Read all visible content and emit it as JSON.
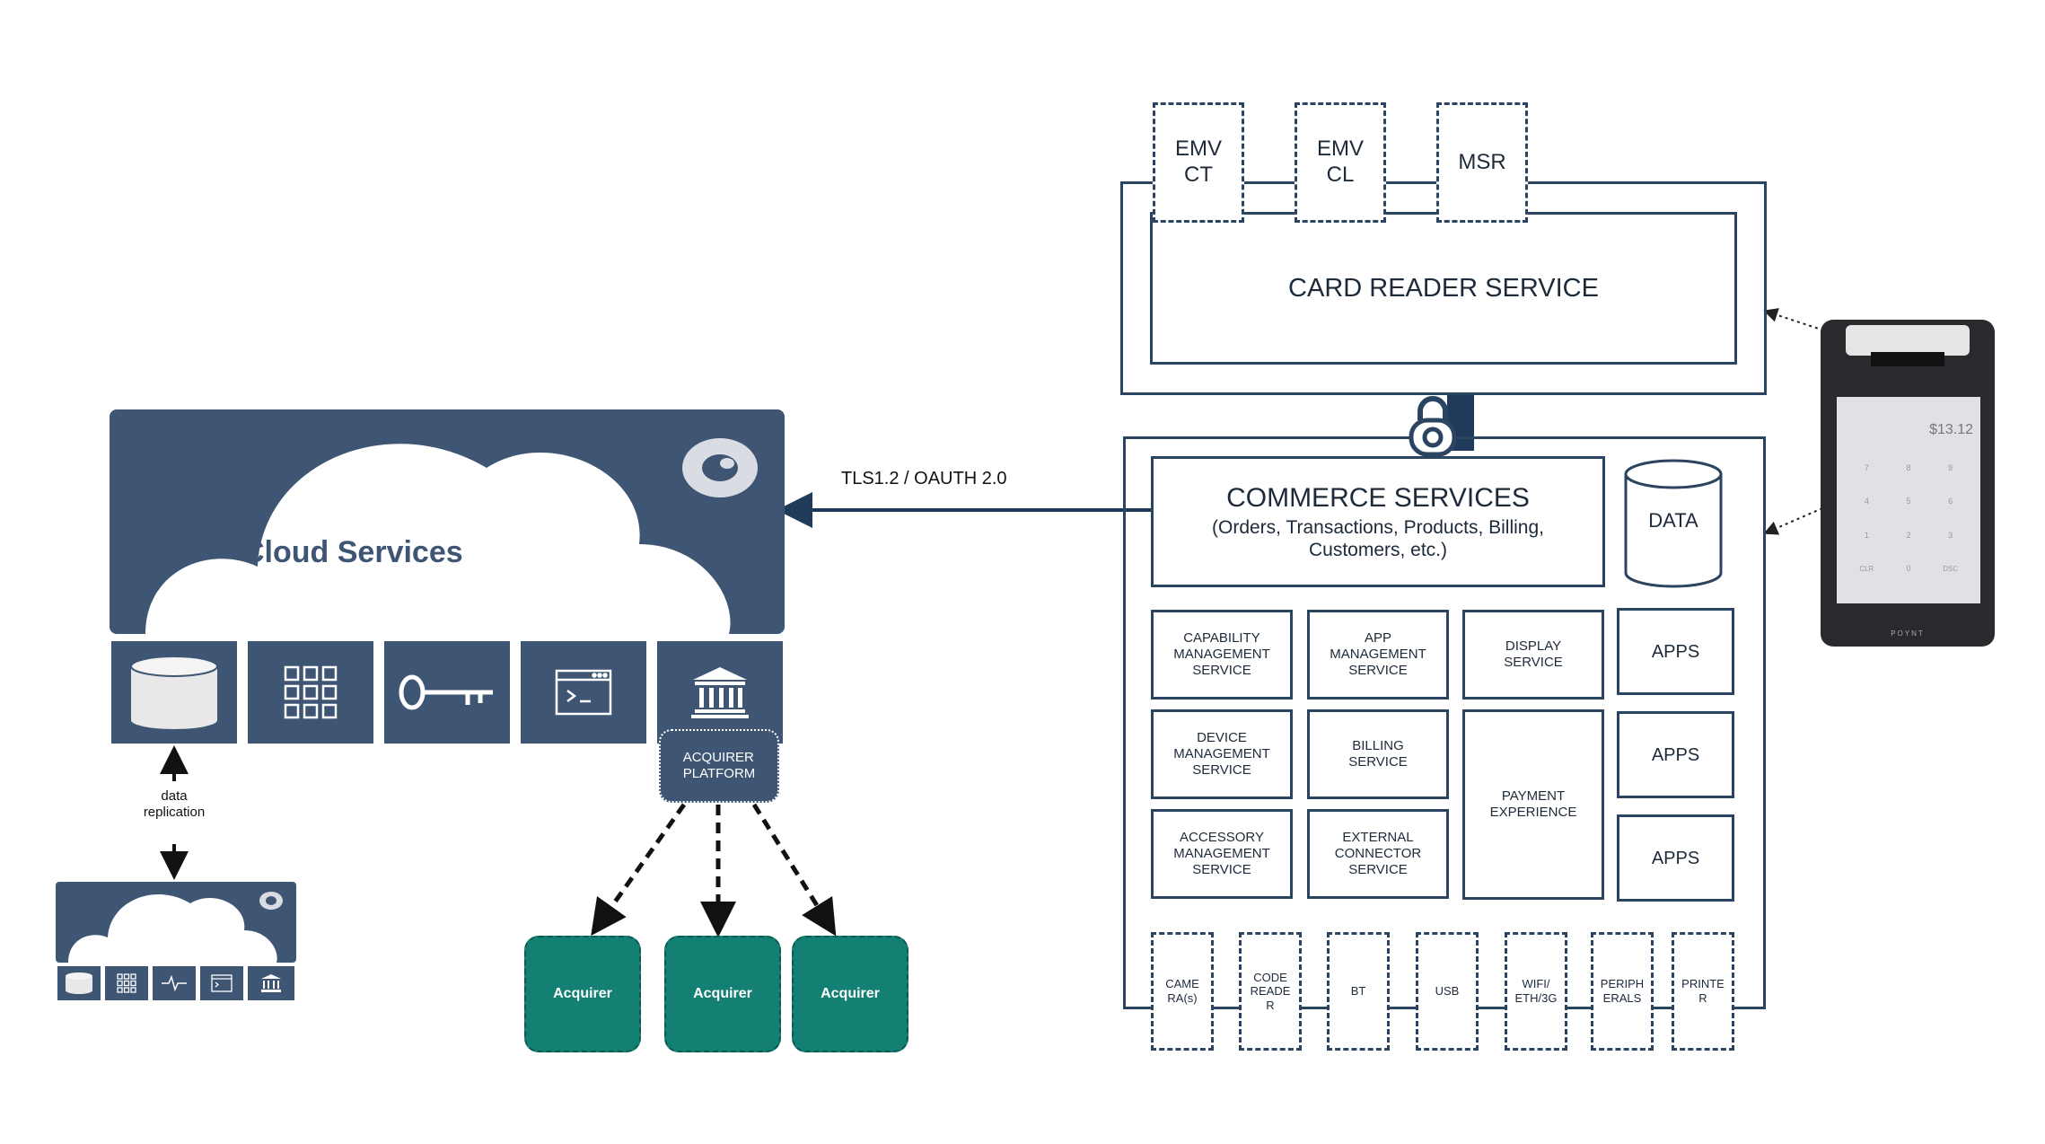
{
  "cloud": {
    "title": "Cloud Services",
    "tiles": [
      "database-icon",
      "grid-icon",
      "key-icon",
      "terminal-icon",
      "bank-icon"
    ],
    "acquirer_platform": "ACQUIRER\nPLATFORM"
  },
  "replication": {
    "label": "data\nreplication"
  },
  "acquirers": [
    "Acquirer",
    "Acquirer",
    "Acquirer"
  ],
  "link": {
    "label": "TLS1.2 / OAUTH 2.0"
  },
  "card_reader": {
    "title": "CARD READER SERVICE",
    "slots": [
      "EMV\nCT",
      "EMV\nCL",
      "MSR"
    ]
  },
  "commerce": {
    "title": "COMMERCE SERVICES",
    "subtitle": "(Orders, Transactions, Products, Billing,\nCustomers, etc.)",
    "data_label": "DATA",
    "services": {
      "capability": "CAPABILITY\nMANAGEMENT\nSERVICE",
      "app_mgmt": "APP\nMANAGEMENT\nSERVICE",
      "display": "DISPLAY\nSERVICE",
      "device": "DEVICE\nMANAGEMENT\nSERVICE",
      "billing": "BILLING\nSERVICE",
      "payment": "PAYMENT\nEXPERIENCE",
      "accessory": "ACCESSORY\nMANAGEMENT\nSERVICE",
      "external": "EXTERNAL\nCONNECTOR\nSERVICE"
    },
    "apps": [
      "APPS",
      "APPS",
      "APPS"
    ],
    "hardware": [
      "CAME\nRA(s)",
      "CODE\nREADE\nR",
      "BT",
      "USB",
      "WIFI/\nETH/3G",
      "PERIPH\nERALS",
      "PRINTE\nR"
    ]
  },
  "terminal": {
    "amount": "$13.12",
    "keys": [
      "7",
      "8",
      "9",
      "4",
      "5",
      "6",
      "1",
      "2",
      "3",
      "CLR",
      "0",
      "DSC"
    ],
    "brand": "POYNT"
  },
  "colors": {
    "navy": "#3e5573",
    "outline": "#2b4461",
    "teal": "#138073"
  }
}
